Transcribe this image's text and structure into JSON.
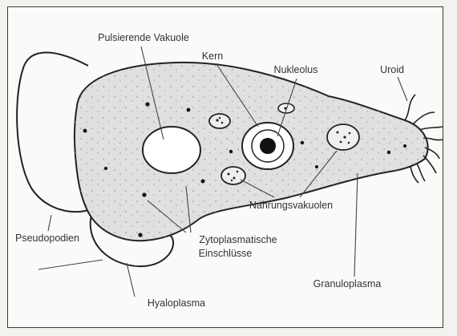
{
  "labels": {
    "pulsierende_vakuole": "Pulsierende Vakuole",
    "kern": "Kern",
    "nukleolus": "Nukleolus",
    "uroid": "Uroid",
    "pseudopodien": "Pseudopodien",
    "nahrungsvakuolen": "Nahrungsvakuolen",
    "zytoplasmatische_line1": "Zytoplasmatische",
    "zytoplasmatische_line2": "Einschlüsse",
    "granuloplasma": "Granuloplasma",
    "hyaloplasma": "Hyaloplasma"
  }
}
